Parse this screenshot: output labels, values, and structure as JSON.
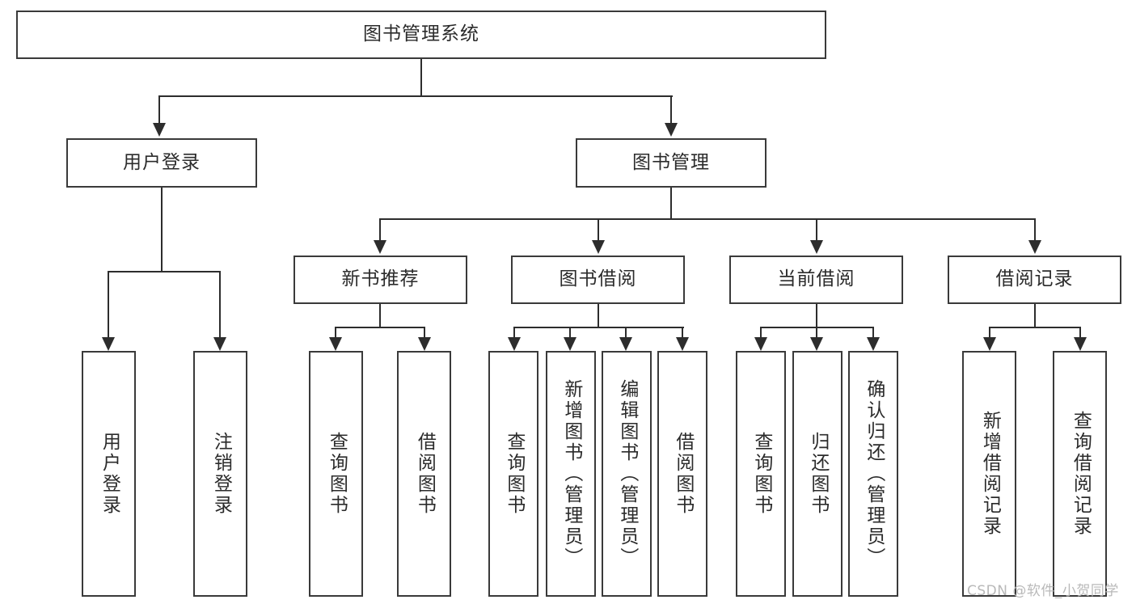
{
  "diagram": {
    "title": "图书管理系统",
    "type": "hierarchy-tree",
    "levels": [
      {
        "level": 1,
        "nodes": [
          {
            "id": "root",
            "label": "图书管理系统",
            "orientation": "horizontal"
          }
        ]
      },
      {
        "level": 2,
        "nodes": [
          {
            "id": "login",
            "label": "用户登录",
            "orientation": "horizontal",
            "parent": "root"
          },
          {
            "id": "bookmgmt",
            "label": "图书管理",
            "orientation": "horizontal",
            "parent": "root"
          }
        ]
      },
      {
        "level": 3,
        "nodes": [
          {
            "id": "newbook",
            "label": "新书推荐",
            "orientation": "horizontal",
            "parent": "bookmgmt"
          },
          {
            "id": "borrow",
            "label": "图书借阅",
            "orientation": "horizontal",
            "parent": "bookmgmt"
          },
          {
            "id": "current",
            "label": "当前借阅",
            "orientation": "horizontal",
            "parent": "bookmgmt"
          },
          {
            "id": "record",
            "label": "借阅记录",
            "orientation": "horizontal",
            "parent": "bookmgmt"
          }
        ]
      },
      {
        "level": 4,
        "nodes": [
          {
            "id": "leaf-user-login",
            "label": "用户登录",
            "orientation": "vertical",
            "parent": "login"
          },
          {
            "id": "leaf-user-logout",
            "label": "注销登录",
            "orientation": "vertical",
            "parent": "login"
          },
          {
            "id": "leaf-newbook-query",
            "label": "查询图书",
            "orientation": "vertical",
            "parent": "newbook"
          },
          {
            "id": "leaf-newbook-borrow",
            "label": "借阅图书",
            "orientation": "vertical",
            "parent": "newbook"
          },
          {
            "id": "leaf-borrow-query",
            "label": "查询图书",
            "orientation": "vertical",
            "parent": "borrow"
          },
          {
            "id": "leaf-borrow-add",
            "label": "新增图书（管理员）",
            "orientation": "vertical",
            "parent": "borrow"
          },
          {
            "id": "leaf-borrow-edit",
            "label": "编辑图书（管理员）",
            "orientation": "vertical",
            "parent": "borrow"
          },
          {
            "id": "leaf-borrow-lend",
            "label": "借阅图书",
            "orientation": "vertical",
            "parent": "borrow"
          },
          {
            "id": "leaf-current-query",
            "label": "查询图书",
            "orientation": "vertical",
            "parent": "current"
          },
          {
            "id": "leaf-current-return",
            "label": "归还图书",
            "orientation": "vertical",
            "parent": "current"
          },
          {
            "id": "leaf-current-confirm",
            "label": "确认归还（管理员）",
            "orientation": "vertical",
            "parent": "current"
          },
          {
            "id": "leaf-record-add",
            "label": "新增借阅记录",
            "orientation": "vertical",
            "parent": "record"
          },
          {
            "id": "leaf-record-query",
            "label": "查询借阅记录",
            "orientation": "vertical",
            "parent": "record"
          }
        ]
      }
    ]
  },
  "watermark": {
    "text": "CSDN @软件_小贺同学"
  },
  "colors": {
    "node_border": "#3a3a3a",
    "node_fill": "#ffffff",
    "edge": "#2d2d2d",
    "text": "#2b2b2b",
    "watermark": "#b9b9b9",
    "background": "#ffffff"
  }
}
